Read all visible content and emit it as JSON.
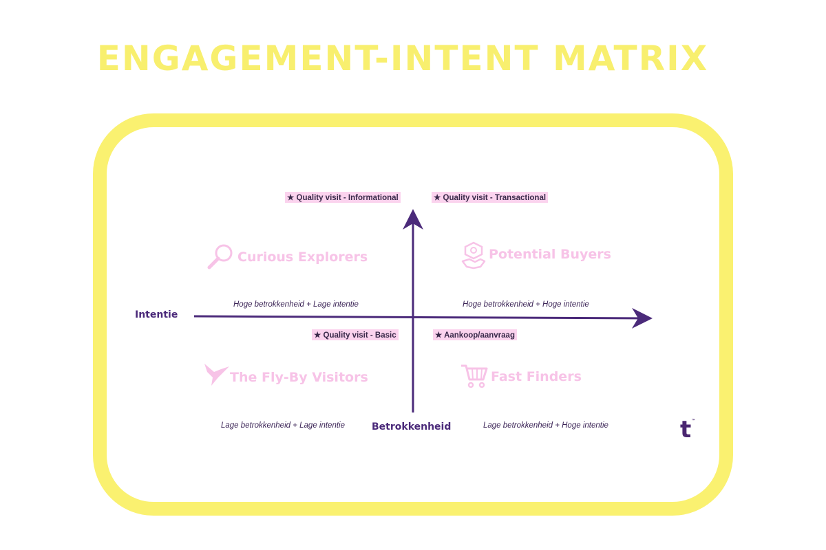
{
  "title": "ENGAGEMENT-INTENT MATRIX",
  "tags": {
    "top_left": "★ Quality visit - Informational",
    "top_right": "★ Quality visit - Transactional",
    "bottom_left": "★ Quality visit - Basic",
    "bottom_right": "★ Aankoop/aanvraag"
  },
  "quadrants": {
    "top_left": {
      "name": "Curious Explorers",
      "desc": "Hoge betrokkenheid + Lage intentie",
      "icon": "magnifier-icon"
    },
    "top_right": {
      "name": "Potential Buyers",
      "desc": "Hoge betrokkenheid + Hoge intentie",
      "icon": "handshake-icon"
    },
    "bottom_left": {
      "name": "The Fly-By Visitors",
      "desc": "Lage betrokkenheid + Lage intentie",
      "icon": "hummingbird-icon"
    },
    "bottom_right": {
      "name": "Fast Finders",
      "desc": "Lage betrokkenheid + Hoge intentie",
      "icon": "shopping-cart-icon"
    }
  },
  "axes": {
    "horizontal": "Intentie",
    "vertical": "Betrokkenheid"
  },
  "logo": {
    "letter": "t",
    "mark": "™"
  },
  "colors": {
    "title": "#f8ef6e",
    "frame": "#faf170",
    "axis": "#4b2a7a",
    "quadrant_title": "#f7c3e7",
    "tag_bg": "#fbd3ee"
  }
}
